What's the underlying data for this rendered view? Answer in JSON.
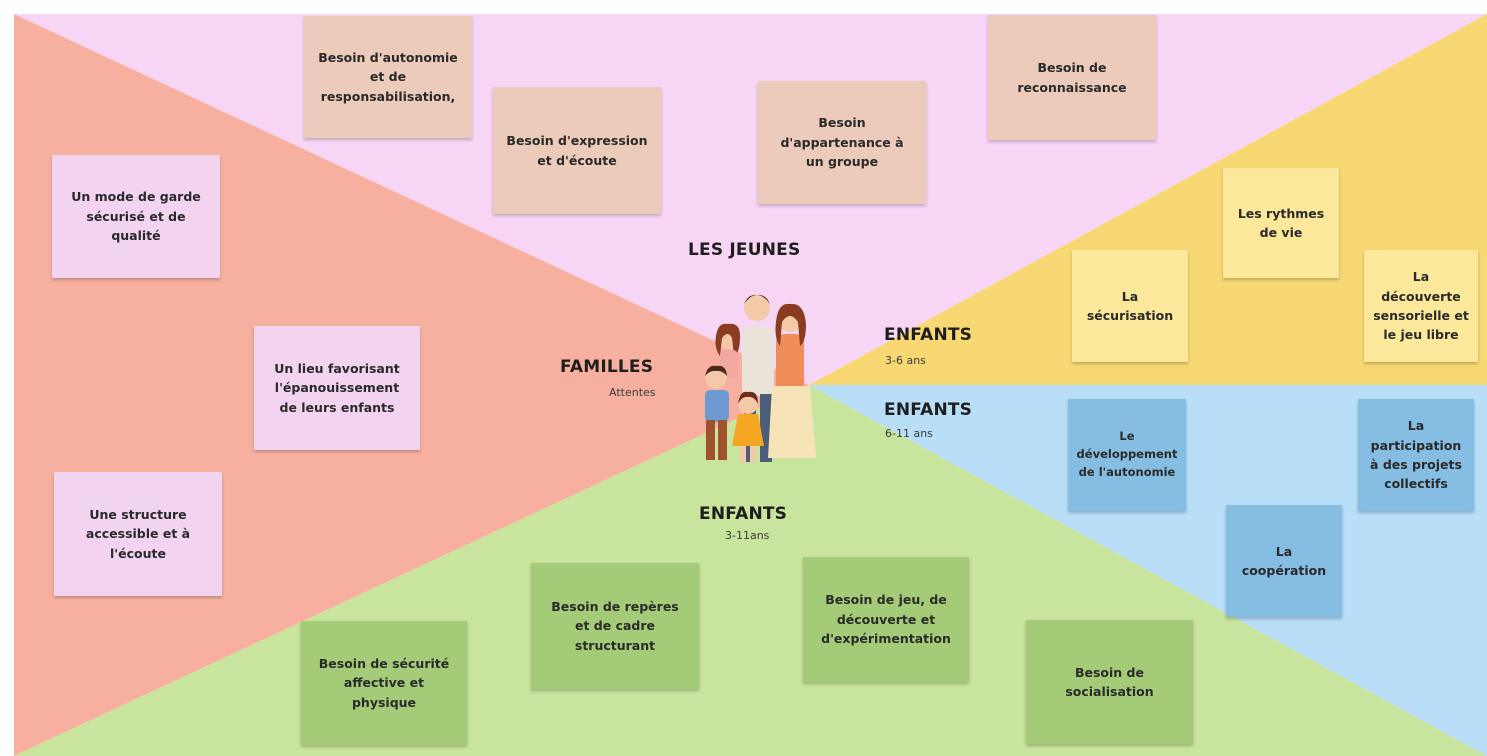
{
  "colors": {
    "pink_zone": "#f7d6f5",
    "salmon_zone": "#f7b09f",
    "yellow_zone": "#f7d873",
    "blue_zone": "#b8def8",
    "green_zone": "#c9e49c"
  },
  "sections": {
    "jeunes": {
      "title": "LES JEUNES"
    },
    "familles": {
      "title": "FAMILLES",
      "subtitle": "Attentes"
    },
    "enfants_3_6": {
      "title": "ENFANTS",
      "subtitle": "3-6 ans"
    },
    "enfants_6_11": {
      "title": "ENFANTS",
      "subtitle": "6-11 ans"
    },
    "enfants_3_11": {
      "title": "ENFANTS",
      "subtitle": "3-11ans"
    }
  },
  "notes": {
    "autonomie": {
      "lines": [
        "Besoin d'autonomie",
        "et de",
        "responsabilisation,"
      ]
    },
    "expression": {
      "lines": [
        "Besoin d'expression",
        "et d'écoute"
      ]
    },
    "appartenance": {
      "lines": [
        "Besoin",
        "d'appartenance à",
        "un groupe"
      ]
    },
    "reconnaissance": {
      "lines": [
        "Besoin de",
        "reconnaissance"
      ]
    },
    "mode_garde": {
      "lines": [
        "Un mode de garde",
        "sécurisé et de",
        "qualité"
      ]
    },
    "lieu": {
      "lines": [
        "Un lieu favorisant",
        "l'épanouissement",
        "de leurs enfants"
      ]
    },
    "structure": {
      "lines": [
        "Une structure",
        "accessible et à",
        "l'écoute"
      ]
    },
    "rythmes": {
      "lines": [
        "Les rythmes",
        "de vie"
      ]
    },
    "securisation": {
      "lines": [
        "La",
        "sécurisation"
      ]
    },
    "decouverte_sens": {
      "lines": [
        "La",
        "découverte",
        "sensorielle et",
        "le jeu libre"
      ]
    },
    "dev_autonomie": {
      "lines": [
        "Le",
        "développement",
        "de l'autonomie"
      ]
    },
    "participation": {
      "lines": [
        "La",
        "participation",
        "à des projets",
        "collectifs"
      ]
    },
    "cooperation": {
      "lines": [
        "La",
        "coopération"
      ]
    },
    "securite": {
      "lines": [
        "Besoin de sécurité",
        "affective et",
        "physique"
      ]
    },
    "reperes": {
      "lines": [
        "Besoin de repères",
        "et de cadre",
        "structurant"
      ]
    },
    "jeu": {
      "lines": [
        "Besoin de jeu, de",
        "découverte et",
        "d'expérimentation"
      ]
    },
    "socialisation": {
      "lines": [
        "Besoin de",
        "socialisation"
      ]
    }
  }
}
